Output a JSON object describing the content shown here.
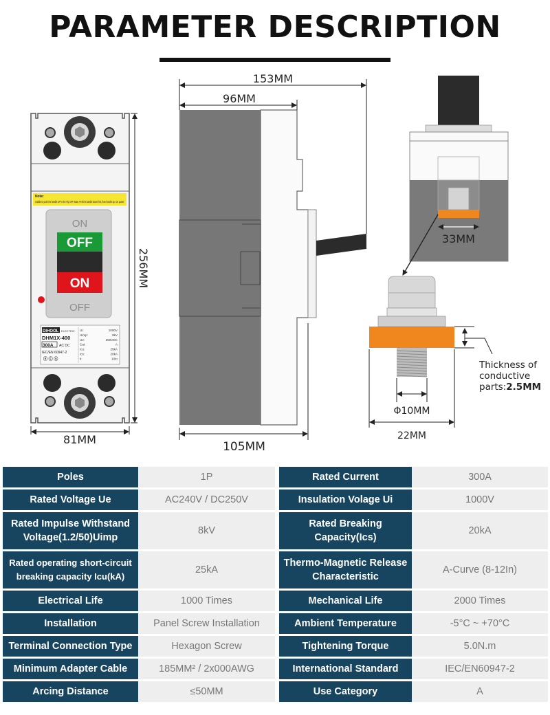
{
  "title": "PARAMETER DESCRIPTION",
  "dimensions": {
    "width_front": "81MM",
    "height": "256MM",
    "total_depth": "153MM",
    "body_depth": "96MM",
    "side_width": "105MM",
    "terminal_width": "33MM",
    "thread_diameter": "Φ10MM",
    "conductor_width": "22MM",
    "thickness_note": "Thickness of conductive parts:",
    "thickness_value": "2.5MM"
  },
  "breaker": {
    "note_label": "Note:",
    "note_text": "Unable to push the handle UP in the Trip OFF state. Perform handle down first, then handle up. On power.",
    "handle_on_top": "ON",
    "handle_off_green": "OFF",
    "handle_on_red": "ON",
    "handle_off_bottom": "OFF",
    "brand": "DIHOOL",
    "brand_sub": "ELECTRIC",
    "model": "DHM1X-400",
    "rating": "300A",
    "acdc": "AC DC",
    "standard": "IEC/EN 60947-2",
    "nameplate_labels": [
      "Ui:",
      "Uimp:",
      "Ue:",
      "Cat:",
      "Icu:",
      "Ics:",
      "Ii:"
    ],
    "nameplate_values": [
      "1000V",
      "8kV",
      "250VDC",
      "A",
      "25kA",
      "20kA",
      "10In"
    ]
  },
  "specs": [
    {
      "l1": "Poles",
      "v1": "1P",
      "l2": "Rated Current",
      "v2": "300A"
    },
    {
      "l1": "Rated Voltage Ue",
      "v1": "AC240V / DC250V",
      "l2": "Insulation Volage Ui",
      "v2": "1000V"
    },
    {
      "l1": "Rated Impulse Withstand Voltage(1.2/50)Uimp",
      "v1": "8kV",
      "l2": "Rated Breaking Capacity(Ics)",
      "v2": "20kA"
    },
    {
      "l1": "Rated operating short-circuit breaking capacity Icu(kA)",
      "v1": "25kA",
      "l2": "Thermo-Magnetic Release Characteristic",
      "v2": "A-Curve (8-12In)"
    },
    {
      "l1": "Electrical Life",
      "v1": "1000 Times",
      "l2": "Mechanical Life",
      "v2": "2000 Times"
    },
    {
      "l1": "Installation",
      "v1": "Panel Screw Installation",
      "l2": "Ambient Temperature",
      "v2": "-5°C ~ +70°C"
    },
    {
      "l1": "Terminal Connection Type",
      "v1": "Hexagon Screw",
      "l2": "Tightening Torque",
      "v2": "5.0N.m"
    },
    {
      "l1": "Minimum Adapter Cable",
      "v1": "185MM² / 2x000AWG",
      "l2": "International Standard",
      "v2": "IEC/EN60947-2"
    },
    {
      "l1": "Arcing Distance",
      "v1": "≤50MM",
      "l2": "Use Category",
      "v2": "A"
    }
  ]
}
